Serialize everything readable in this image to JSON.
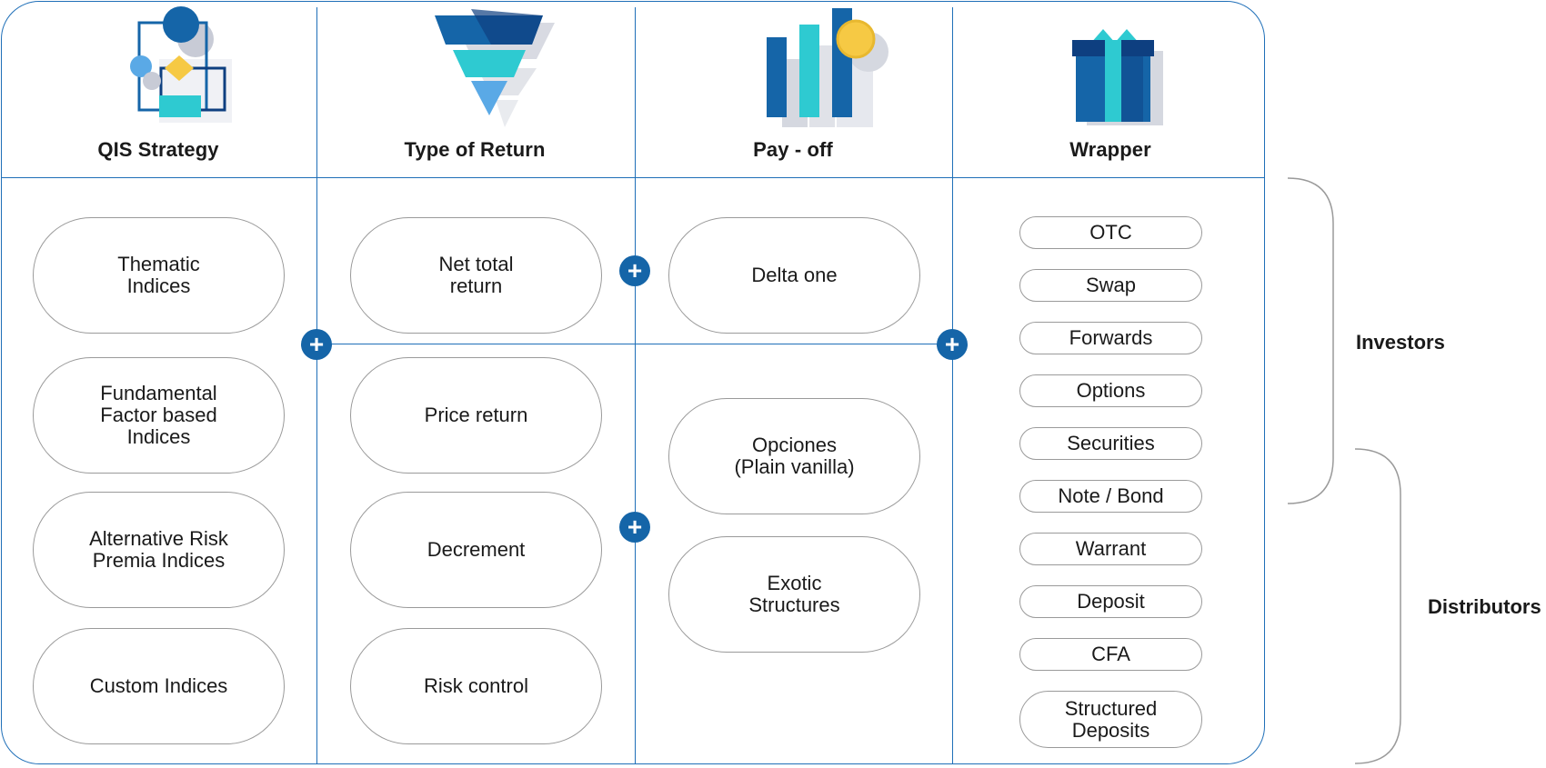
{
  "columns": [
    {
      "title": "QIS Strategy",
      "icon": "flowchart-icon"
    },
    {
      "title": "Type of Return",
      "icon": "funnel-icon"
    },
    {
      "title": "Pay - off",
      "icon": "bar-chart-coin-icon"
    },
    {
      "title": "Wrapper",
      "icon": "gift-box-icon"
    }
  ],
  "qis_strategy": [
    "Thematic\nIndices",
    "Fundamental\nFactor based\nIndices",
    "Alternative Risk\nPremia Indices",
    "Custom Indices"
  ],
  "type_of_return": [
    "Net total\nreturn",
    "Price return",
    "Decrement",
    "Risk control"
  ],
  "pay_off": [
    "Delta one",
    "Opciones\n(Plain vanilla)",
    "Exotic\nStructures"
  ],
  "wrapper": [
    "OTC",
    "Swap",
    "Forwards",
    "Options",
    "Securities",
    "Note / Bond",
    "Warrant",
    "Deposit",
    "CFA",
    "Structured\nDeposits"
  ],
  "plus_symbol": "+",
  "side_labels": {
    "investors": "Investors",
    "distributors": "Distributors"
  },
  "colors": {
    "accent": "#1f6fb8",
    "dark_blue": "#1565a8",
    "teal": "#2ecad1",
    "yellow": "#f6c944",
    "light_blue": "#5aa9e6",
    "gray_border": "#9a9a9a"
  }
}
